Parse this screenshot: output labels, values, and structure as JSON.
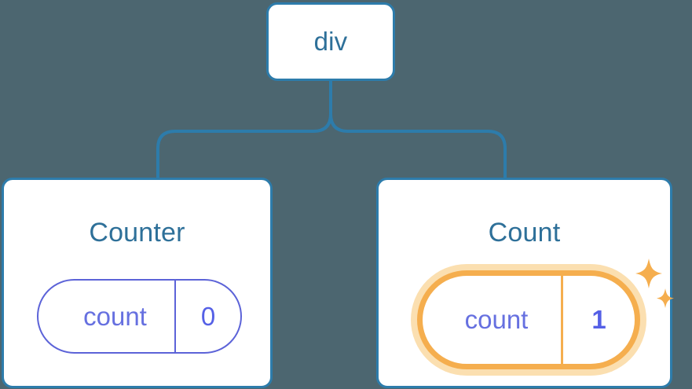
{
  "theme": {
    "background": "#4c6670",
    "card_background": "#ffffff",
    "card_border": "#2d7cab",
    "title_text": "#2e7099",
    "pill_border": "#5c63d8",
    "pill_text": "#6670e0",
    "highlight_border": "#f5ae4e",
    "highlight_glow": "#fbdfb0",
    "connector_line": "#2d7cab"
  },
  "tree": {
    "root": {
      "label": "div"
    },
    "children": [
      {
        "title": "Counter",
        "state": {
          "key": "count",
          "value": "0"
        },
        "highlighted": false
      },
      {
        "title": "Count",
        "state": {
          "key": "count",
          "value": "1"
        },
        "highlighted": true,
        "sparkle_icon": "sparkles-icon"
      }
    ]
  }
}
